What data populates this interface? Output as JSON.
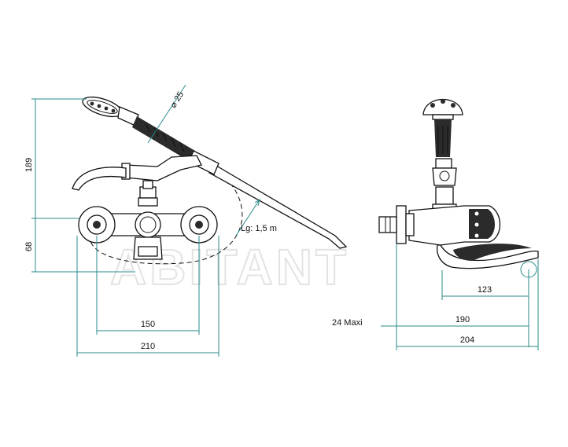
{
  "watermark": "ABITANT",
  "front_view": {
    "dimensions": {
      "height_total": "189",
      "height_lower": "68",
      "centers": "150",
      "width": "210",
      "shower_diameter": "⌀ 25",
      "hose_length": "Lg: 1,5 m"
    }
  },
  "side_view": {
    "dimensions": {
      "wall_adjust": "24  Maxi",
      "spout_reach": "123",
      "projection": "190",
      "total_depth": "204"
    }
  },
  "colors": {
    "dimension_line": "#2a8a8a",
    "outline": "#111111"
  }
}
